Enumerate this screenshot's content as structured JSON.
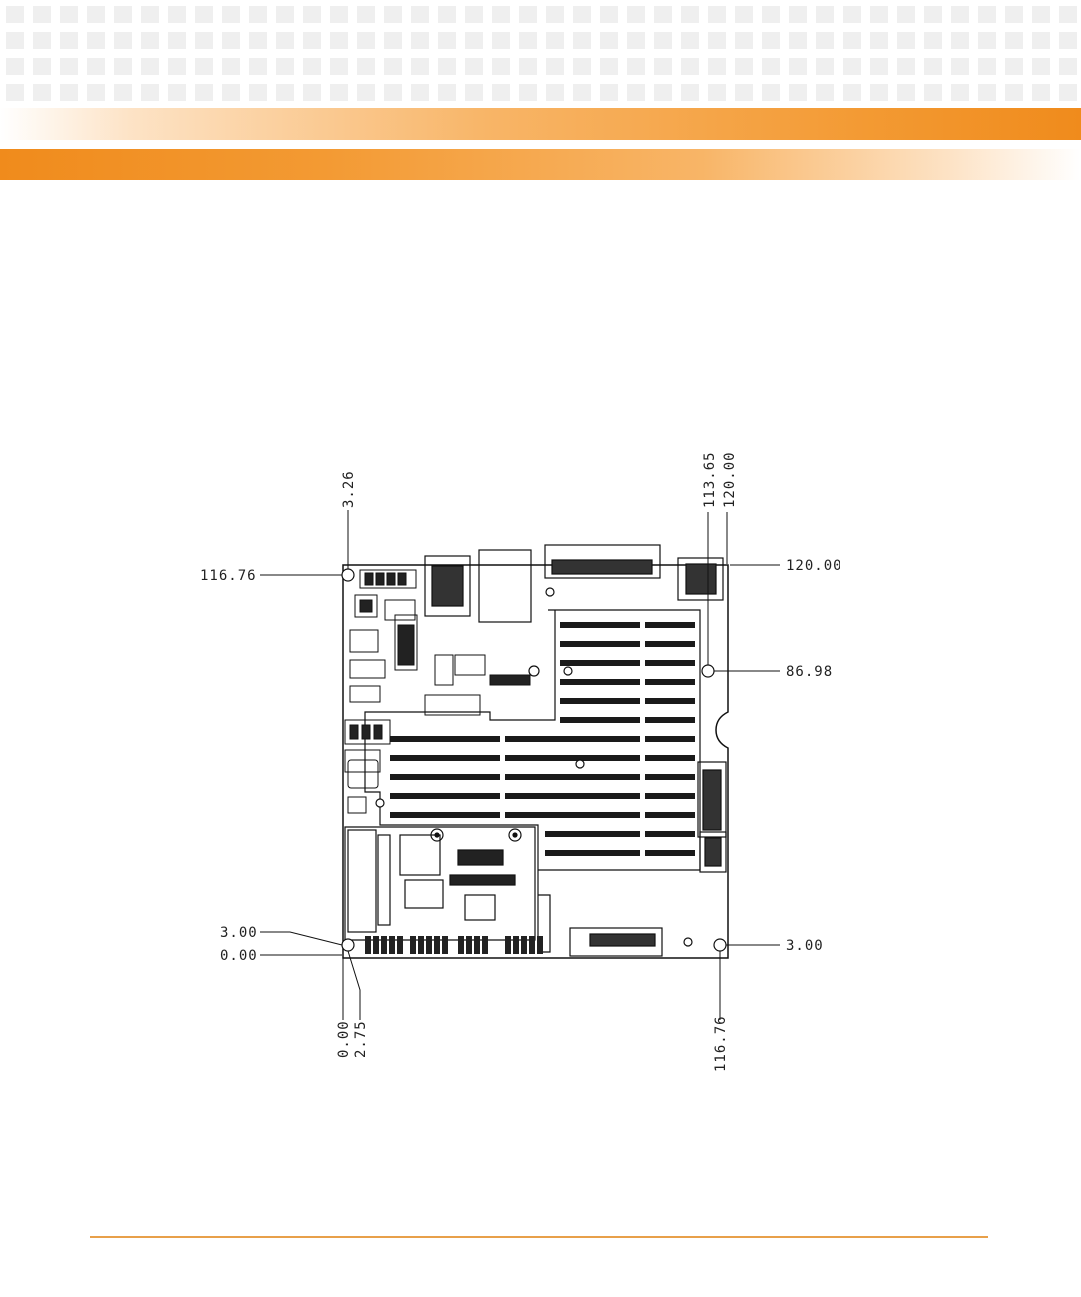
{
  "drawing": {
    "dimensions": {
      "top_left_x": "3.26",
      "top_right_x1": "113.65",
      "top_right_x2": "120.00",
      "left_upper_y": "116.76",
      "left_lower_y1": "3.00",
      "left_lower_y2": "0.00",
      "bottom_x1": "0.00",
      "bottom_x2": "2.75",
      "bottom_right_x": "116.76",
      "right_top_y": "120.00",
      "right_mid_y": "86.98",
      "right_bottom_y": "3.00"
    },
    "colors": {
      "accent_orange": "#f08b1c",
      "footer_rule": "#e8a04a",
      "pattern_square": "#efefef"
    }
  }
}
